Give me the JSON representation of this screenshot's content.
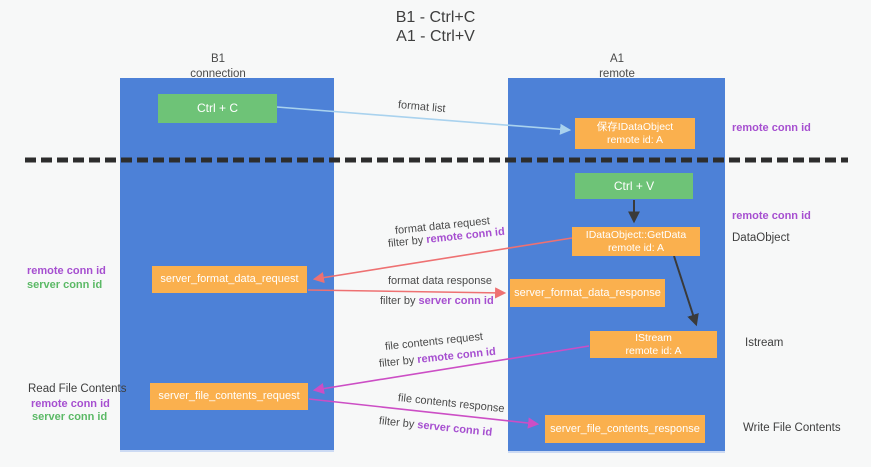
{
  "title": {
    "line1": "B1 - Ctrl+C",
    "line2": "A1 - Ctrl+V"
  },
  "lanes": {
    "left": {
      "name": "B1",
      "role": "connection"
    },
    "right": {
      "name": "A1",
      "role": "remote"
    }
  },
  "nodes": {
    "ctrl_c": {
      "label": "Ctrl + C"
    },
    "ctrl_v": {
      "label": "Ctrl + V"
    },
    "save_dataobject": {
      "line1": "保存IDataObject",
      "line2": "remote id: A"
    },
    "getdata": {
      "line1": "IDataObject::GetData",
      "line2": "remote id: A"
    },
    "istream": {
      "line1": "IStream",
      "line2": "remote id: A"
    },
    "format_request": {
      "label": "server_format_data_request"
    },
    "format_response": {
      "label": "server_format_data_response"
    },
    "file_request": {
      "label": "server_file_contents_request"
    },
    "file_response": {
      "label": "server_file_contents_response"
    }
  },
  "annotations": {
    "remote_conn_id_top": "remote conn id",
    "remote_conn_id_mid": "remote conn id",
    "dataobject": "DataObject",
    "istream": "Istream",
    "write_file": "Write File Contents",
    "read_file": "Read File Contents",
    "left_remote_1": "remote conn id",
    "left_server_1": "server conn id",
    "left_remote_2": "remote conn id",
    "left_server_2": "server conn id"
  },
  "arrows": {
    "format_list": "format list",
    "format_request": "format data request",
    "format_request_filter": {
      "prefix": "filter by ",
      "key": "remote conn id"
    },
    "format_response": "format data response",
    "format_response_filter": {
      "prefix": "filter by ",
      "key": "server conn id"
    },
    "file_request": "file contents request",
    "file_request_filter": {
      "prefix": "filter by ",
      "key": "remote conn id"
    },
    "file_response": "file contents response",
    "file_response_filter": {
      "prefix": "filter by ",
      "key": "server conn id"
    }
  },
  "colors": {
    "lane_blue": "#4d81d7",
    "node_orange": "#fab04e",
    "node_green": "#6ec377",
    "purple": "#a64fd0",
    "green_label": "#5bb966",
    "arrow_red": "#ee7172",
    "arrow_magenta": "#cc4ec5",
    "arrow_blue": "#a9d2ee"
  }
}
